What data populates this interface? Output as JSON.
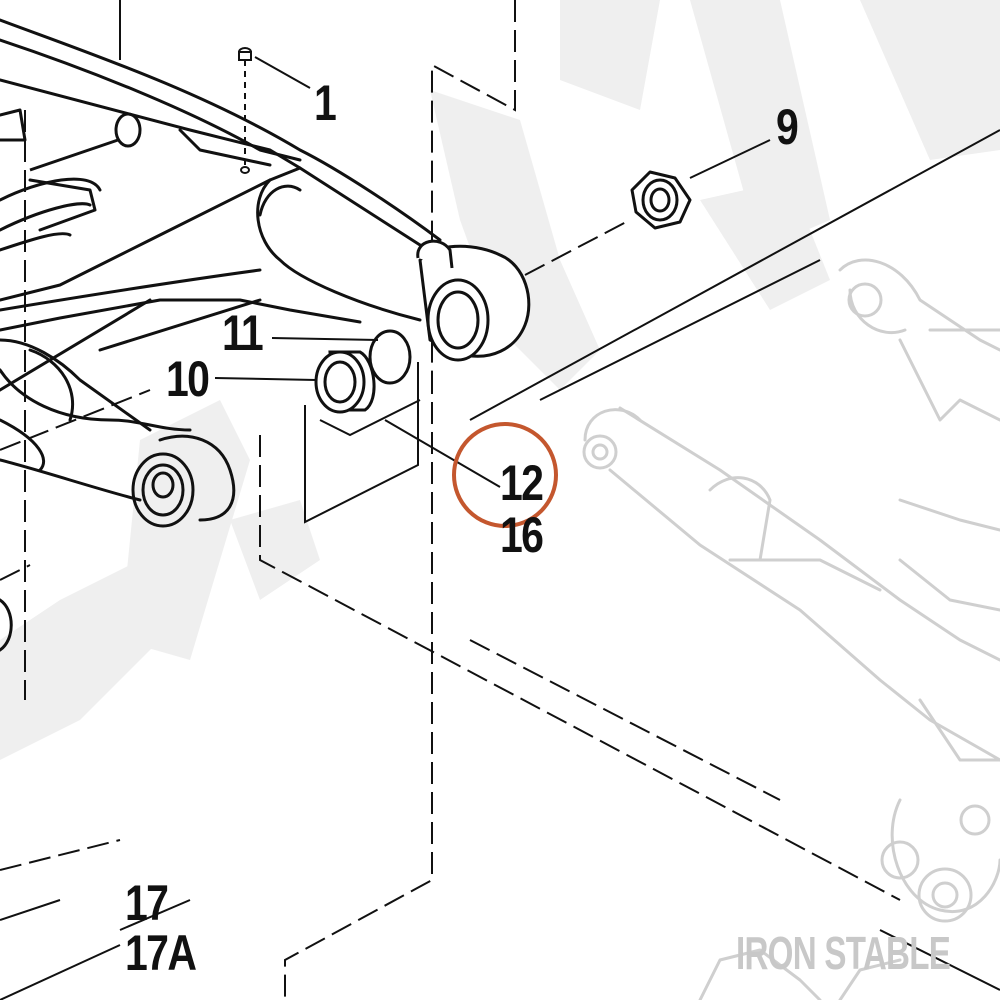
{
  "diagram": {
    "callouts": {
      "c1": "1",
      "c9": "9",
      "c11": "11",
      "c10": "10",
      "c12": "12",
      "c16": "16",
      "c17": "17",
      "c17a": "17A"
    },
    "highlighted_part": "12",
    "highlight_color": "#c4572e",
    "ghost_color": "#cfcfcf",
    "watermark_color": "#efefef",
    "brand_watermark": "IRON STABLE"
  }
}
